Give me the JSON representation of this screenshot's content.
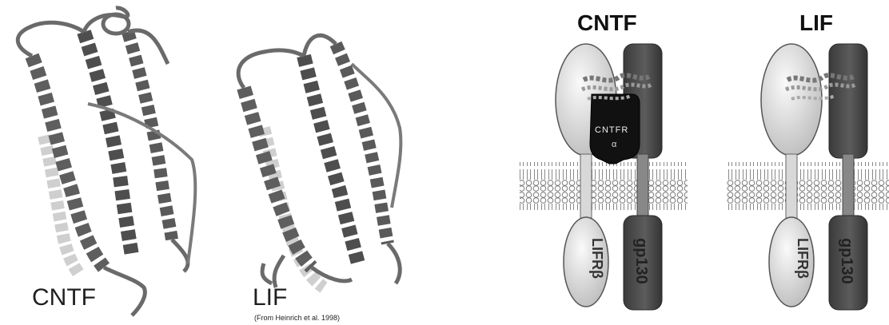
{
  "structures": {
    "left_label": "CNTF",
    "right_label": "LIF",
    "credit": "(From Heinrich et al. 1998)"
  },
  "receptors": {
    "cntf_title": "CNTF",
    "lif_title": "LIF",
    "cntfr_label": "CNTFR",
    "cntfr_sub": "α",
    "lifr_label": "LIFRβ",
    "gp130_label": "gp130"
  },
  "colors": {
    "helix_dark": "#5a5a5a",
    "helix_light": "#c8c8c8",
    "lifr_fill": "#e6e6e6",
    "gp130_fill": "#4a4a4a",
    "cntfr_fill": "#1a1a1a",
    "membrane": "#9a9a9a"
  }
}
